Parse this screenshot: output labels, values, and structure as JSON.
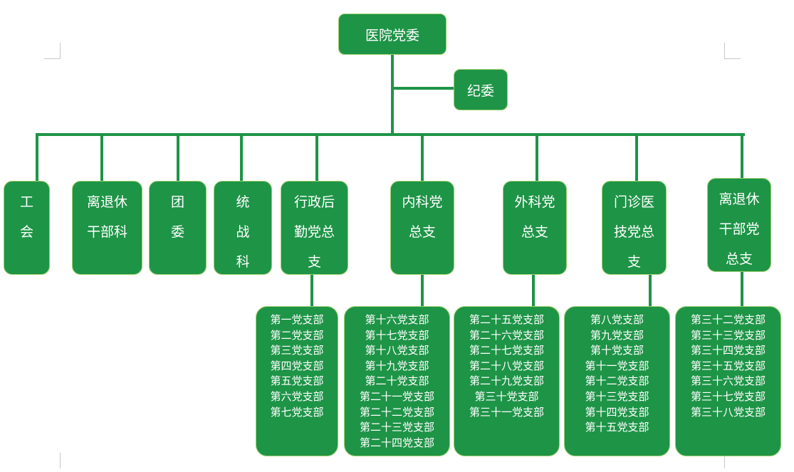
{
  "root": {
    "label": "医院党委"
  },
  "discipline": {
    "label": "纪委"
  },
  "departments": [
    {
      "id": "union",
      "lines": [
        "工",
        "会"
      ]
    },
    {
      "id": "retired-cadre-dept",
      "lines": [
        "离退休",
        "干部科"
      ]
    },
    {
      "id": "youth-league",
      "lines": [
        "团",
        "委"
      ]
    },
    {
      "id": "united-front",
      "lines": [
        "统",
        "战",
        "科"
      ]
    },
    {
      "id": "admin-logistics",
      "lines": [
        "行政后",
        "勤党总",
        "支"
      ]
    },
    {
      "id": "internal-medicine",
      "lines": [
        "内科党",
        "总支"
      ]
    },
    {
      "id": "surgery",
      "lines": [
        "外科党",
        "总支"
      ]
    },
    {
      "id": "outpatient-tech",
      "lines": [
        "门诊医",
        "技党总",
        "支"
      ]
    },
    {
      "id": "retired-cadre-branch",
      "lines": [
        "离退休",
        "干部党",
        "总支"
      ]
    }
  ],
  "branches": [
    {
      "parent": "admin-logistics",
      "items": [
        "第一党支部",
        "第二党支部",
        "第三党支部",
        "第四党支部",
        "第五党支部",
        "第六党支部",
        "第七党支部"
      ]
    },
    {
      "parent": "internal-medicine",
      "items": [
        "第十六党支部",
        "第十七党支部",
        "第十八党支部",
        "第十九党支部",
        "第二十党支部",
        "第二十一党支部",
        "第二十二党支部",
        "第二十三党支部",
        "第二十四党支部"
      ]
    },
    {
      "parent": "surgery",
      "items": [
        "第二十五党支部",
        "第二十六党支部",
        "第二十七党支部",
        "第二十八党支部",
        "第二十九党支部",
        "第三十党支部",
        "第三十一党支部"
      ]
    },
    {
      "parent": "outpatient-tech",
      "items": [
        "第八党支部",
        "第九党支部",
        "第十党支部",
        "第十一党支部",
        "第十二党支部",
        "第十三党支部",
        "第十四党支部",
        "第十五党支部"
      ]
    },
    {
      "parent": "retired-cadre-branch",
      "items": [
        "第三十二党支部",
        "第三十三党支部",
        "第三十四党支部",
        "第三十五党支部",
        "第三十六党支部",
        "第三十七党支部",
        "第三十八党支部"
      ]
    }
  ],
  "colors": {
    "node": "#1e9447",
    "border": "#9ccf6a"
  }
}
